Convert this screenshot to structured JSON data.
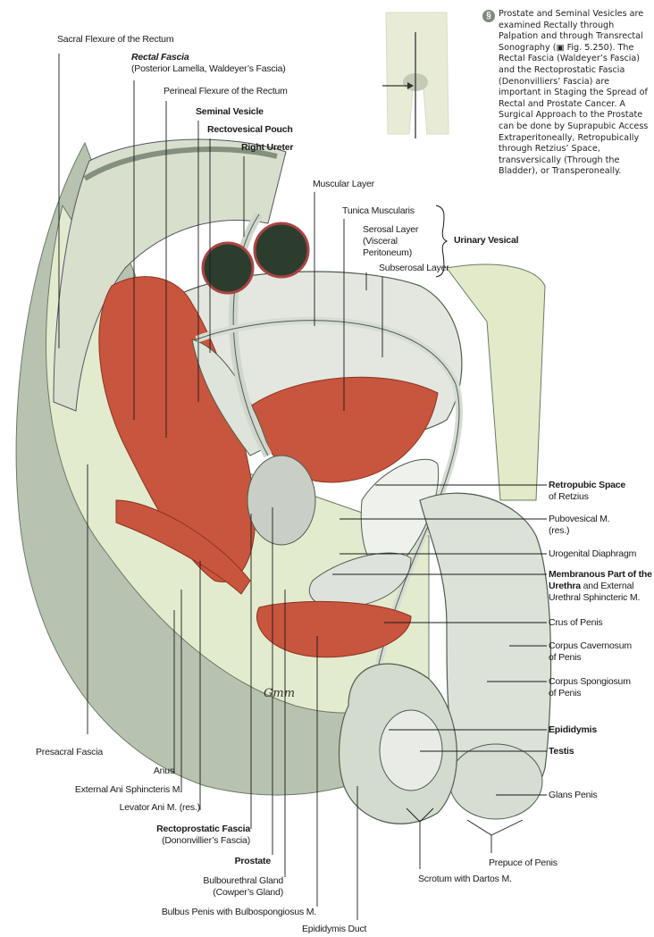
{
  "figure": {
    "title": "Sagittal section of the male pelvis",
    "note_icon": "clinical-note-icon",
    "note_text": "Prostate and Seminal Vesicles are examined Rectally through Palpation and through Transrectal Sonography (▣ Fig. 5.250). The Rectal Fascia (Waldeyer’s Fascia) and the Rectoprostatic Fascia (Denonvilliers’ Fascia) are important in Staging the Spread of Rectal and Prostate Cancer. A Surgical Approach to the Prostate can be done by Suprapubic Access Extraperitoneally, Retropubically through Retzius’ Space, transversically (Through the Bladder), or Transperoneally.",
    "thumbnail": "body-orientation-thumbnail",
    "signature": "Gmm"
  },
  "labels": {
    "sacral_flexure": "Sacral Flexure of the Rectum",
    "rectal_fascia": "Rectal Fascia",
    "rectal_fascia_sub": "(Posterior Lamella, Waldeyer’s Fascia)",
    "perineal_flexure": "Perineal Flexure of the Rectum",
    "seminal_vesicle": "Seminal Vesicle",
    "rectovesical_pouch": "Rectovesical Pouch",
    "right_ureter": "Right Ureter",
    "muscular_layer": "Muscular Layer",
    "tunica_muscularis": "Tunica Muscularis",
    "serosal_layer": "Serosal Layer",
    "serosal_layer_sub1": "(Visceral",
    "serosal_layer_sub2": "Peritoneum)",
    "subserosal_layer": "Subserosal Layer",
    "urinary_vesical": "Urinary Vesical",
    "retropubic_space": "Retropubic Space",
    "retropubic_space_sub": "of Retzius",
    "pubovesical": "Pubovesical M.",
    "pubovesical_sub": "(res.)",
    "urogenital_diaphragm": "Urogenital Diaphragm",
    "membranous_part": "Membranous Part of the",
    "membranous_part_b": "Urethra",
    "membranous_part_c": " and External",
    "membranous_part_d": "Urethral Sphincteric M.",
    "crus_penis": "Crus of Penis",
    "corpus_cavernosum": "Corpus Cavernosum",
    "corpus_cavernosum_sub": "of Penis",
    "corpus_spongiosum": "Corpus Spongiosum",
    "corpus_spongiosum_sub": "of Penis",
    "epididymis": "Epididymis",
    "testis": "Testis",
    "glans_penis": "Glans Penis",
    "prepuce": "Prepuce of Penis",
    "scrotum": "Scrotum with Dartos M.",
    "epididymis_duct": "Epididymis Duct",
    "bulbus_penis": "Bulbus Penis with Bulbospongiosus M.",
    "bulbourethral": "Bulbourethral Gland",
    "bulbourethral_sub": "(Cowper’s Gland)",
    "prostate": "Prostate",
    "rectoprostatic": "Rectoprostatic Fascia",
    "rectoprostatic_sub": "(Dononvillier’s Fascia)",
    "levator_ani": "Levator Ani M. (res.)",
    "external_ani": "External Ani Sphincteris M.",
    "anus": "Anus",
    "presacral": "Presacral Fascia"
  },
  "colors": {
    "muscle": "#c8553d",
    "tissue": "#dfe8cc",
    "skin": "#b9c6b3",
    "outline": "#3a4a3a"
  }
}
